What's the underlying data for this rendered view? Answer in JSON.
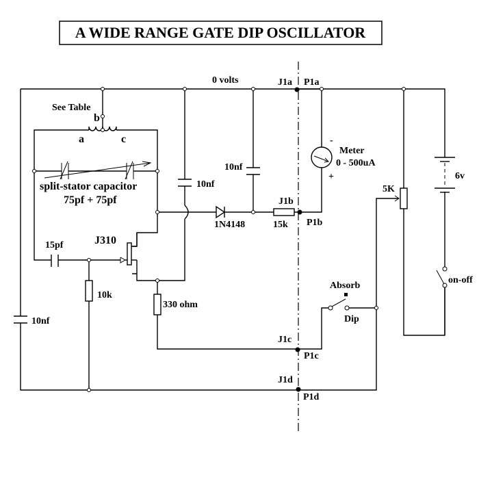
{
  "title": "A WIDE RANGE GATE DIP OSCILLATOR",
  "labels": {
    "rail": "0 volts",
    "see_table": "See Table",
    "coil_tap_b": "b",
    "coil_end_a": "a",
    "coil_end_c": "c",
    "split_stator_line1": "split-stator capacitor",
    "split_stator_line2": "75pf + 75pf",
    "c_10nf_left": "10nf",
    "c_10nf_mid": "10nf",
    "c_10nf_right": "10nf",
    "c_15pf": "15pf",
    "fet": "J310",
    "r_10k": "10k",
    "r_330": "330 ohm",
    "diode": "1N4148",
    "r_15k": "15k",
    "meter_line1": "Meter",
    "meter_line2": "0 - 500uA",
    "meter_minus": "-",
    "meter_plus": "+",
    "pot": "5K",
    "battery": "6v",
    "switch_power": "on-off",
    "switch_absorb": "Absorb",
    "switch_dip": "Dip",
    "j1a": "J1a",
    "p1a": "P1a",
    "j1b": "J1b",
    "p1b": "P1b",
    "j1c": "J1c",
    "p1c": "P1c",
    "j1d": "J1d",
    "p1d": "P1d"
  }
}
